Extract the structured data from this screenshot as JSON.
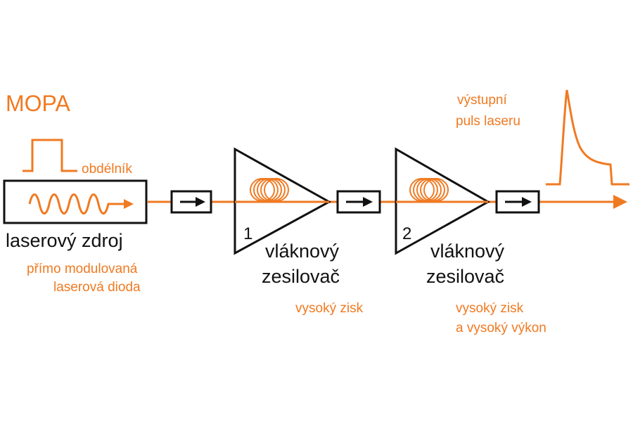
{
  "colors": {
    "accent": "#f07a22",
    "ink": "#111111",
    "background": "#ffffff"
  },
  "title": "MOPA",
  "source": {
    "pulse_label": "obdélník",
    "name": "laserový zdroj",
    "description_line1": "přímo modulovaná",
    "description_line2": "laserová dioda"
  },
  "amplifier1": {
    "number": "1",
    "name_line1": "vláknový",
    "name_line2": "zesilovač",
    "note": "vysoký zisk"
  },
  "amplifier2": {
    "number": "2",
    "name_line1": "vláknový",
    "name_line2": "zesilovač",
    "note_line1": "vysoký zisk",
    "note_line2": "a vysoký výkon"
  },
  "output": {
    "label_line1": "výstupní",
    "label_line2": "puls laseru"
  }
}
